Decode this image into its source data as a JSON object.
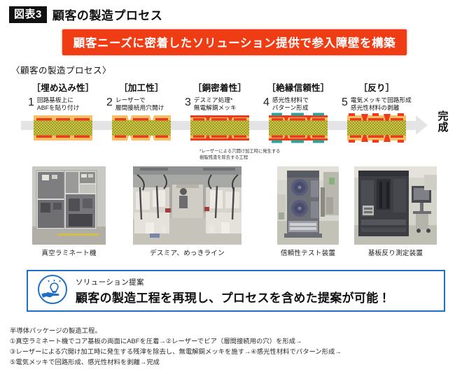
{
  "header": {
    "badge": "図表3",
    "title": "顧客の製造プロセス"
  },
  "banner": {
    "text": "顧客ニーズに密着したソリューション提供で参入障壁を構築",
    "bg_color": "#f03c14",
    "text_color": "#ffffff"
  },
  "section_label": "〈顧客の製造プロセス〉",
  "process": {
    "final_label": "完成",
    "band_color": "#e4e4e6",
    "footnote": "*レーザーによる穴開け加工時に発生する\n樹脂残渣を除去する工程",
    "steps": [
      {
        "number": "1",
        "category": "［埋め込み性］",
        "description": "回路基板上に\nABFを貼り付け"
      },
      {
        "number": "2",
        "category": "［加工性］",
        "description": "レーザーで\n層間接続用穴開け"
      },
      {
        "number": "3",
        "category": "［銅密着性］",
        "description": "デスミア処理*\n無電解銅メッキ"
      },
      {
        "number": "4",
        "category": "［絶縁信頼性］",
        "description": "感光性材料で\nパターン形成"
      },
      {
        "number": "5",
        "category": "［反り］",
        "description": "電気メッキで回路形成\n感光性材料の剥離"
      }
    ],
    "layer_colors": {
      "abf": "#fbbe63",
      "core": "#b8b03a",
      "copper": "#ef3b1b",
      "resist": "#2aa39a"
    }
  },
  "photos": [
    {
      "caption": "真空ラミネート機"
    },
    {
      "caption": "デスミア、めっきライン"
    },
    {
      "caption": "信頼性テスト装置"
    },
    {
      "caption": "基板反り測定装置"
    }
  ],
  "solution": {
    "icon": "hand-lightbulb-icon",
    "label": "ソリューション提案",
    "headline": "顧客の製造工程を再現し、プロセスを含めた提案が可能！",
    "border_color": "#1f6fc4"
  },
  "caption": {
    "lines": [
      "半導体パッケージの製造工程。",
      "①真空ラミネート機でコア基板の両面にABFを圧着→②レーザーでビア（層間接続用の穴）を形成→",
      "③レーザーによる穴開け加工時に発生する残滓を除去し、無電解銅メッキを施す→④感光性材料でパターン形成→",
      "⑤電気メッキで回路形成、感光性材料を剥離→完成"
    ]
  }
}
